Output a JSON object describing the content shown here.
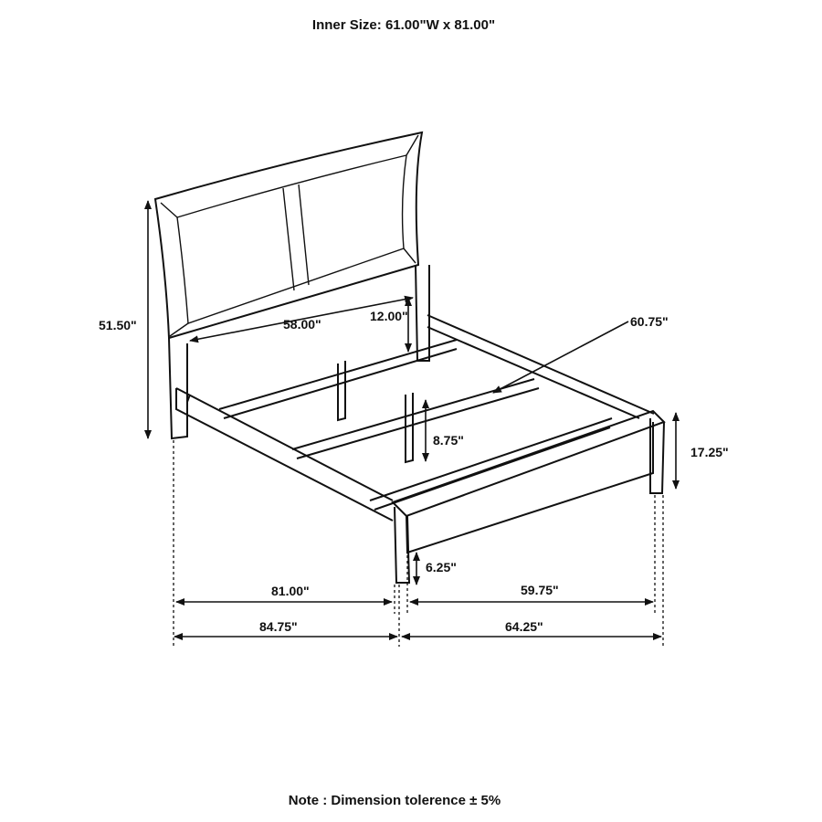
{
  "title": "Inner Size: 61.00\"W x 81.00\"",
  "note": "Note : Dimension tolerence ± 5%",
  "dimensions": {
    "overall_height": "51.50\"",
    "headboard_width": "58.00\"",
    "headboard_clearance": "12.00\"",
    "slat_length": "60.75\"",
    "rail_clearance": "8.75\"",
    "footboard_height": "17.25\"",
    "footboard_clearance": "6.25\"",
    "inner_length": "81.00\"",
    "inner_width": "59.75\"",
    "overall_length": "84.75\"",
    "overall_width": "64.25\""
  }
}
